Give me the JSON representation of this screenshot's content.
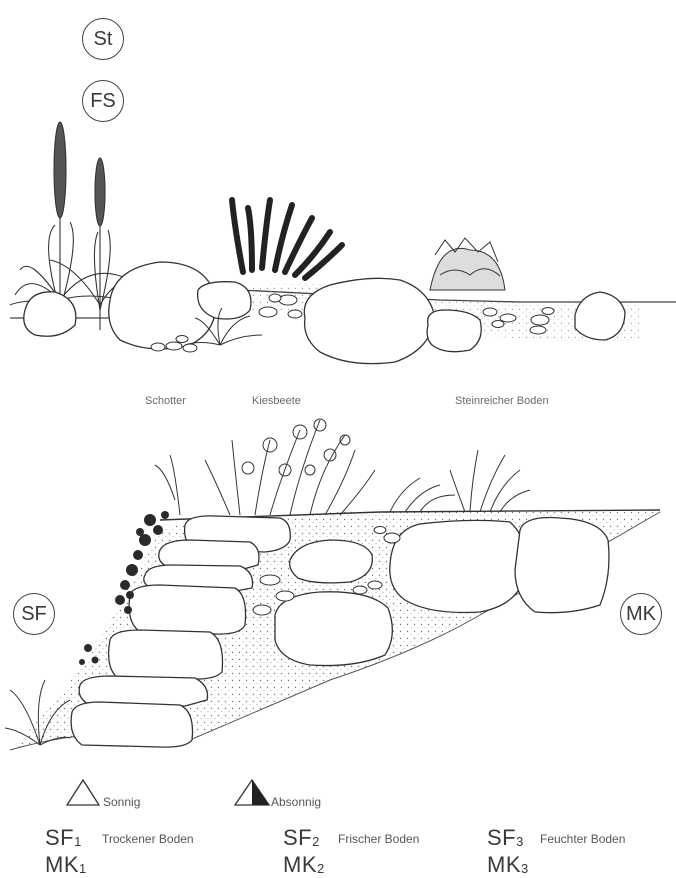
{
  "badges": {
    "st": "St",
    "fs": "FS",
    "sf": "SF",
    "mk": "MK"
  },
  "top_scene_labels": {
    "schotter": "Schotter",
    "kiesbeete": "Kiesbeete",
    "steinreicher_boden": "Steinreicher Boden"
  },
  "legend": {
    "sonnig": "Sonnig",
    "absonnig": "Absonnig"
  },
  "soil_codes": [
    {
      "sf": "SF",
      "mk": "MK",
      "index": "1",
      "description": "Trockener Boden"
    },
    {
      "sf": "SF",
      "mk": "MK",
      "index": "2",
      "description": "Frischer Boden"
    },
    {
      "sf": "SF",
      "mk": "MK",
      "index": "3",
      "description": "Feuchter Boden"
    }
  ]
}
